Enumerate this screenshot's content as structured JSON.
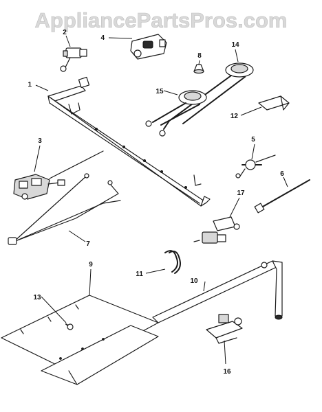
{
  "watermark": "AppliancePartsPros.com",
  "callouts": {
    "p1": "1",
    "p2": "2",
    "p3": "3",
    "p4": "4",
    "p5": "5",
    "p6": "6",
    "p7": "7",
    "p8": "8",
    "p9": "9",
    "p10": "10",
    "p11": "11",
    "p12": "12",
    "p13": "13",
    "p14": "14",
    "p15": "15",
    "p16": "16",
    "p17": "17"
  }
}
